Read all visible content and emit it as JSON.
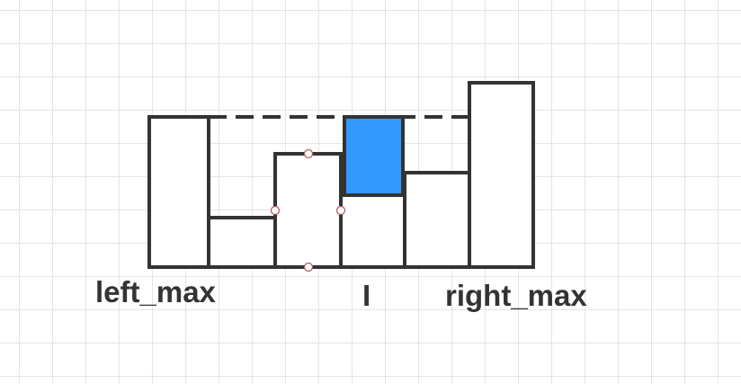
{
  "labels": {
    "left_max": "left_max",
    "i": "I",
    "right_max": "right_max"
  },
  "colors": {
    "outline": "#333333",
    "highlight": "#3399ff",
    "grid": "#e4e4e4",
    "background": "#ffffff",
    "handle_stroke": "#b5555a"
  }
}
